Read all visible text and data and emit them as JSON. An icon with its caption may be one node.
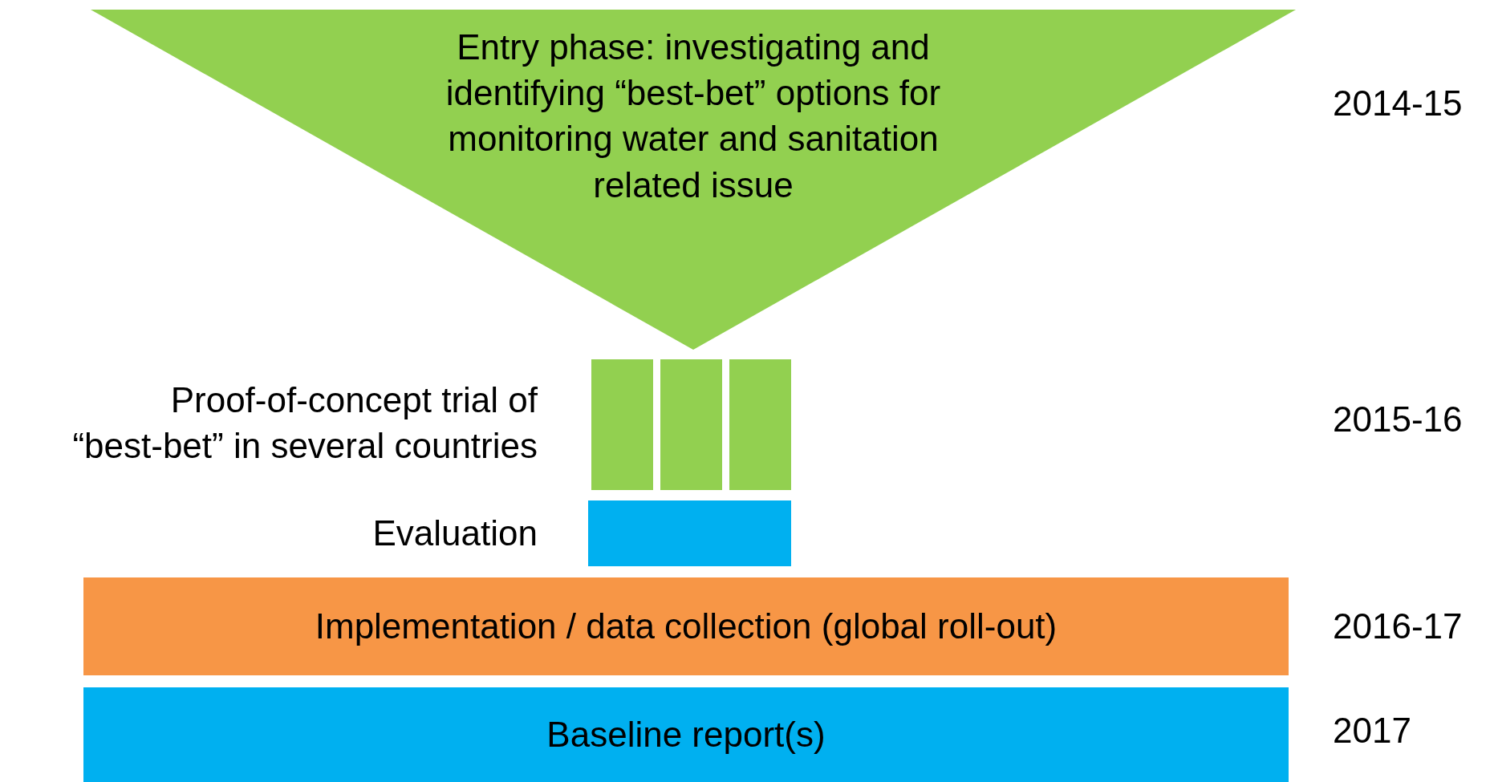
{
  "diagram": {
    "nodes": [
      {
        "text": [
          "Entry phase: investigating and identifying “best-bet” options for monitoring water and sanitation related issue"
        ],
        "beside": [
          "2014-15"
        ]
      },
      {
        "text": [],
        "shape": "box"
      },
      {
        "text": [],
        "shape": "box"
      },
      {
        "text": [],
        "shape": "box"
      },
      {
        "text": [],
        "shape": "box"
      },
      {
        "text": [
          "Implementation / data collection (global roll-out)"
        ],
        "beside": [
          "2016-17"
        ]
      },
      {
        "text": [
          "Baseline report(s)"
        ],
        "beside": [
          "2017"
        ]
      }
    ],
    "labels": [
      "Proof-of-concept trial of “best-bet” in several countries",
      "2015-16",
      "Evaluation"
    ]
  }
}
